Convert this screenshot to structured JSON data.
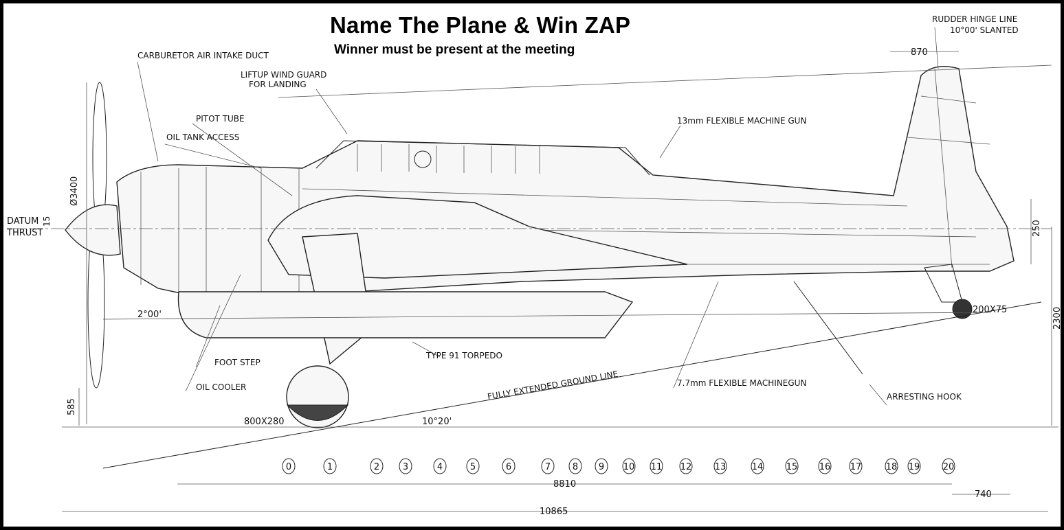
{
  "heading": {
    "title": "Name The Plane & Win ZAP",
    "subtitle": "Winner must be present at the meeting"
  },
  "callouts": {
    "carburetor": "CARBURETOR AIR INTAKE DUCT",
    "windguard_1": "LIFTUP WIND GUARD",
    "windguard_2": "FOR LANDING",
    "pitot": "PITOT TUBE",
    "oil_tank": "OIL TANK ACCESS",
    "mg13": "13mm FLEXIBLE MACHINE GUN",
    "rudder_1": "RUDDER HINGE LINE",
    "rudder_2": "10°00' SLANTED",
    "foot_step": "FOOT STEP",
    "oil_cooler": "OIL COOLER",
    "torpedo": "TYPE 91 TORPEDO",
    "ground_line": "FULLY EXTENDED GROUND LINE",
    "mg77": "7.7mm FLEXIBLE MACHINEGUN",
    "hook": "ARRESTING HOOK"
  },
  "dimensions": {
    "prop_dia": "Ø3400",
    "datum": "DATUM",
    "thrust": "THRUST",
    "datum_val": "15",
    "angle_2": "2°00'",
    "d585": "585",
    "wheel_main": "800X280",
    "angle_10": "10°20'",
    "wheel_tail": "200X75",
    "d870": "870",
    "d250": "250",
    "d2300": "2300",
    "d8810": "8810",
    "d740": "740",
    "d10865": "10865"
  },
  "stations": [
    "0",
    "1",
    "2",
    "3",
    "4",
    "5",
    "6",
    "7",
    "8",
    "9",
    "10",
    "11",
    "12",
    "13",
    "14",
    "15",
    "16",
    "17",
    "18",
    "19",
    "20"
  ]
}
